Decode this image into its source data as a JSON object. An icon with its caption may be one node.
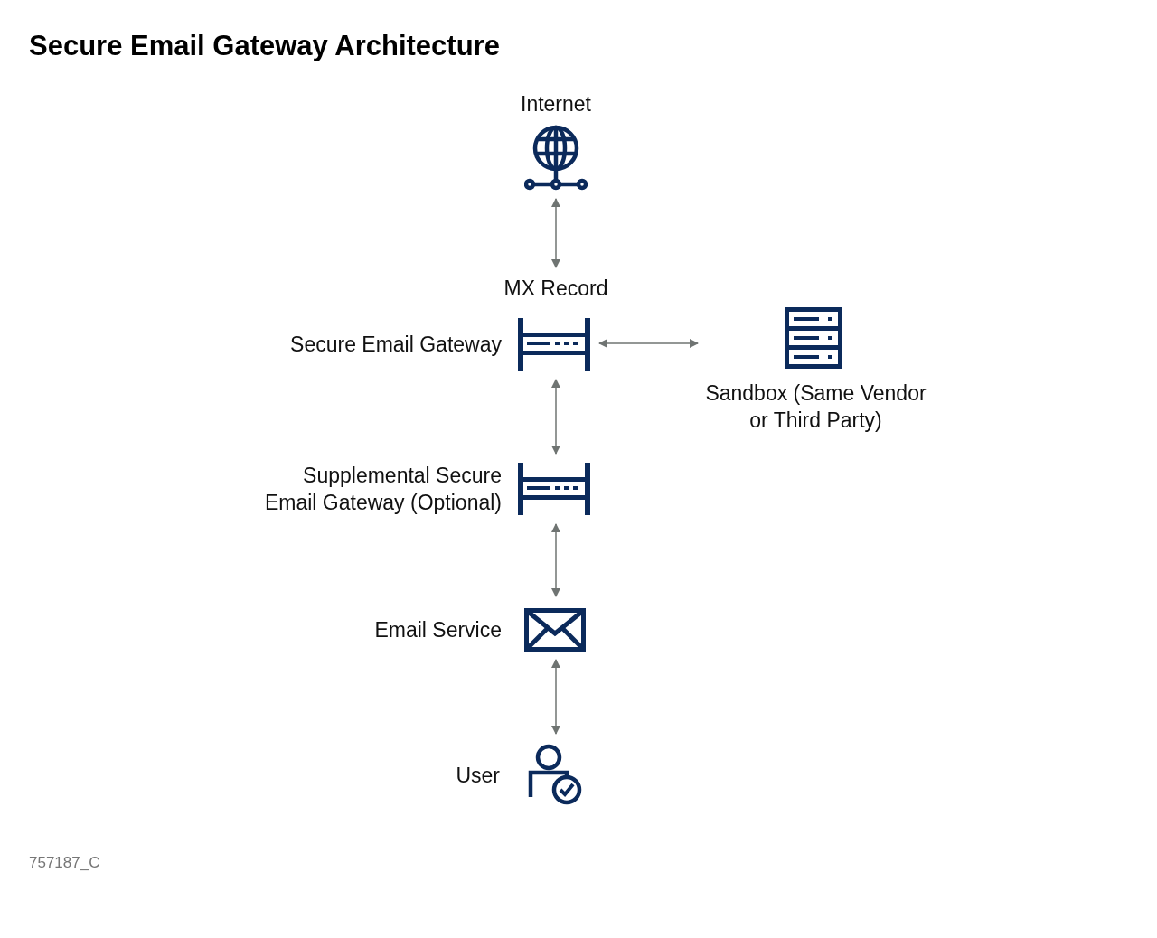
{
  "diagram": {
    "title": "Secure Email Gateway Architecture",
    "nodes": [
      {
        "text": [
          "Internet"
        ]
      },
      {
        "text": [
          "MX Record",
          "Secure Email Gateway"
        ]
      },
      {
        "text": [
          "Sandbox (Same Vendor or Third Party)"
        ]
      },
      {
        "text": [
          "Supplemental Secure Email Gateway (Optional)"
        ]
      },
      {
        "text": [
          "Email Service"
        ]
      },
      {
        "text": [
          "User"
        ]
      }
    ],
    "edges": [
      {
        "from": 0,
        "to": 1,
        "arrow": "both"
      },
      {
        "from": 1,
        "to": 2,
        "arrow": "both"
      },
      {
        "from": 1,
        "to": 3,
        "arrow": "both"
      },
      {
        "from": 3,
        "to": 4,
        "arrow": "both"
      },
      {
        "from": 4,
        "to": 5,
        "arrow": "both"
      }
    ],
    "labels": [
      "757187_C"
    ]
  }
}
